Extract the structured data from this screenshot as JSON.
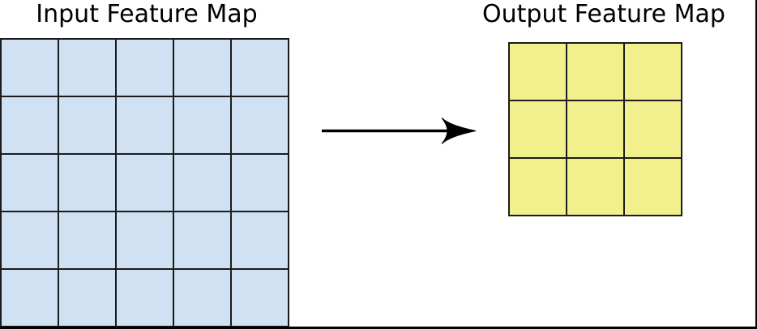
{
  "diagram": {
    "input": {
      "title": "Input Feature Map",
      "rows": 5,
      "cols": 5,
      "cell_color": "#cfe1f2",
      "line_color": "#1c1c1c"
    },
    "output": {
      "title": "Output Feature Map",
      "rows": 3,
      "cols": 3,
      "cell_color": "#f2f08c",
      "line_color": "#1c1c1c"
    },
    "arrow": {
      "icon": "arrow-right",
      "color": "#000000"
    },
    "frame_color": "#000000"
  }
}
